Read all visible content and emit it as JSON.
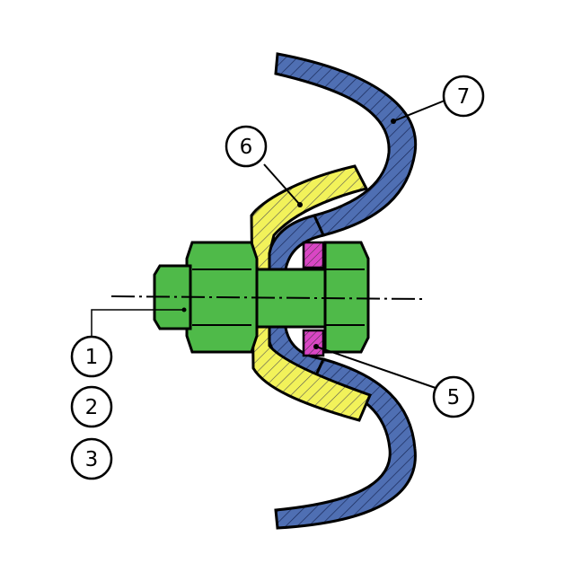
{
  "callouts": [
    {
      "id": "c1",
      "text": "1"
    },
    {
      "id": "c2",
      "text": "2"
    },
    {
      "id": "c3",
      "text": "3"
    },
    {
      "id": "c5",
      "text": "5"
    },
    {
      "id": "c6",
      "text": "6"
    },
    {
      "id": "c7",
      "text": "7"
    }
  ],
  "colors": {
    "curved_panel": "#4f6fb3",
    "bracket": "#f2f25a",
    "bolt": "#4fba49",
    "seal": "#d946c4",
    "outline": "#000000",
    "hatch": "#1a2a5a"
  },
  "parts": {
    "curved_panel_icon": "curved-panel",
    "bracket_icon": "bracket",
    "bolt_icon": "hex-bolt",
    "nut_icon": "hex-nut",
    "seal_icon": "seal-ring"
  }
}
